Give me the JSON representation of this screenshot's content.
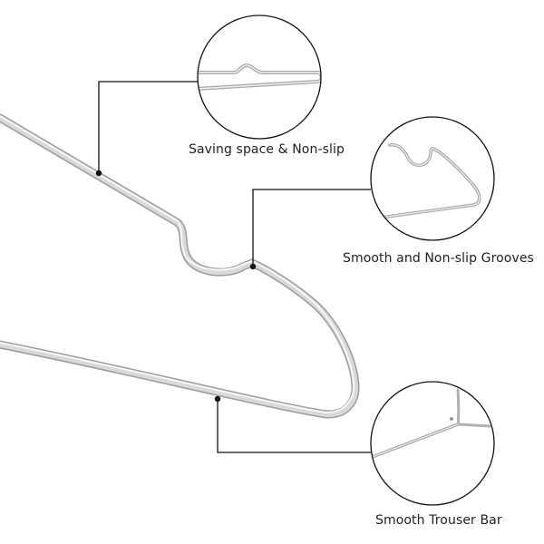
{
  "callouts": [
    {
      "caption": "Saving space & Non-slip"
    },
    {
      "caption": "Smooth and Non-slip Grooves"
    },
    {
      "caption": "Smooth Trouser Bar"
    }
  ],
  "colors": {
    "background": "#ffffff",
    "wire": "#c8c8c8",
    "leader_line": "#111111",
    "circle_outline": "#111111",
    "text": "#222222"
  }
}
